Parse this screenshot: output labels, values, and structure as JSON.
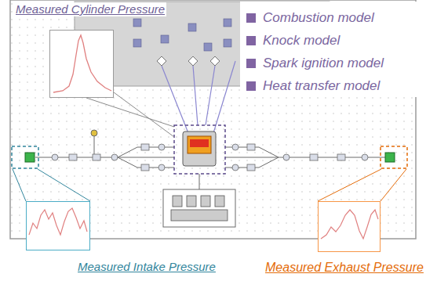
{
  "diagram": {
    "nodes": [
      {
        "text": [
          "Measured Cylinder Pressure"
        ]
      },
      {
        "text": [
          "Measured Intake Pressure"
        ]
      },
      {
        "text": [
          "Measured Exhaust Pressure"
        ]
      }
    ],
    "legend": [
      {
        "text": "Combustion model",
        "color": "#8064a2"
      },
      {
        "text": "Knock model",
        "color": "#8064a2"
      },
      {
        "text": "Spark ignition model",
        "color": "#8064a2"
      },
      {
        "text": "Heat transfer model",
        "color": "#8064a2"
      }
    ]
  }
}
